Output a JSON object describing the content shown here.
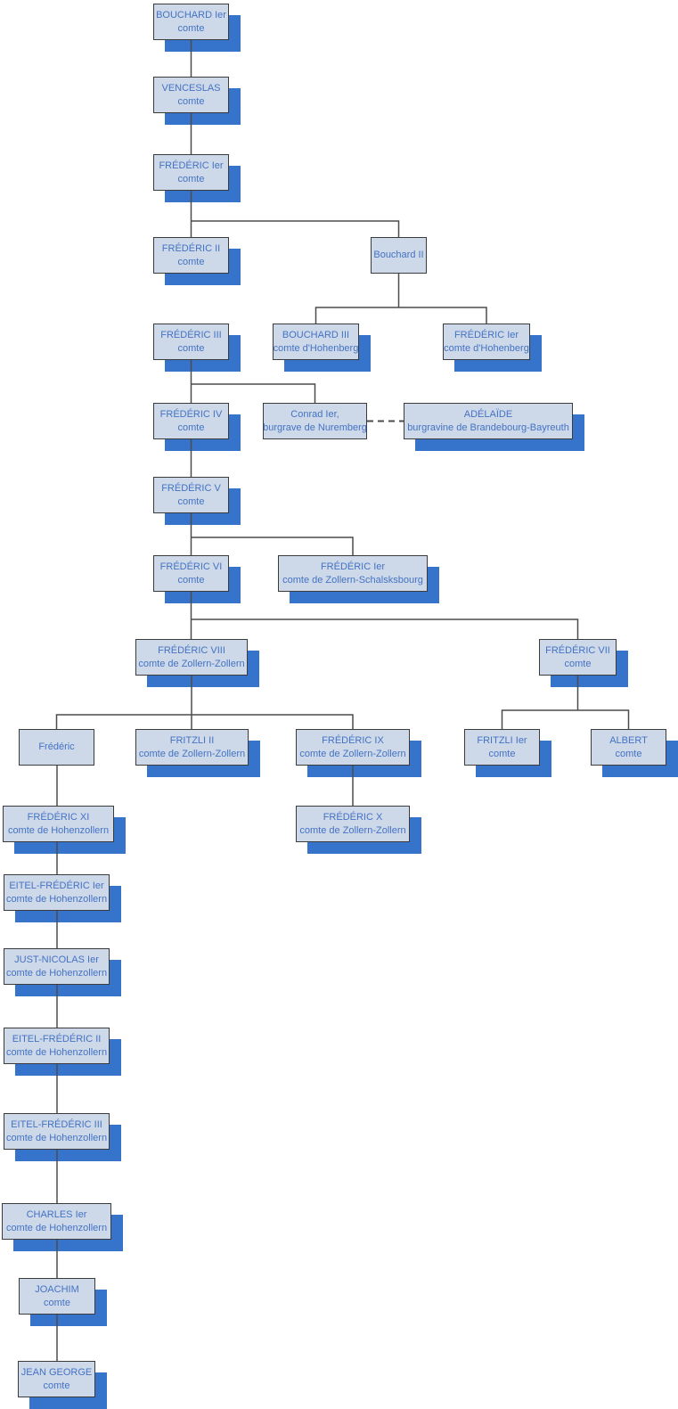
{
  "diagram": {
    "type": "family-tree",
    "colors": {
      "box_fill": "#cdd9e8",
      "box_border": "#3b3b3b",
      "box_shadow": "#3673cb",
      "text": "#4472c4",
      "connector": "#4c4c4c",
      "background": "#ffffff"
    }
  },
  "nodes": {
    "bouchard1": {
      "name": "BOUCHARD Ier",
      "title": "comte"
    },
    "venceslas": {
      "name": "VENCESLAS",
      "title": "comte"
    },
    "frederic1": {
      "name": "FRÉDÉRIC Ier",
      "title": "comte"
    },
    "frederic2": {
      "name": "FRÉDÉRIC II",
      "title": "comte"
    },
    "bouchard2": {
      "name": "Bouchard II",
      "title": ""
    },
    "frederic3": {
      "name": "FRÉDÉRIC III",
      "title": "comte"
    },
    "bouchard3": {
      "name": "BOUCHARD III",
      "title": "comte d'Hohenberg"
    },
    "frederic1_hohenberg": {
      "name": "FRÉDÉRIC Ier",
      "title": "comte d'Hohenberg"
    },
    "frederic4": {
      "name": "FRÉDÉRIC IV",
      "title": "comte"
    },
    "conrad1": {
      "name": "Conrad Ier,",
      "title": "burgrave de Nuremberg"
    },
    "adelaide": {
      "name": "ADÉLAÏDE",
      "title": "burgravine de Brandebourg-Bayreuth"
    },
    "frederic5": {
      "name": "FRÉDÉRIC V",
      "title": "comte"
    },
    "frederic6": {
      "name": "FRÉDÉRIC VI",
      "title": "comte"
    },
    "frederic1_zs": {
      "name": "FRÉDÉRIC Ier",
      "title": "comte de Zollern-Schalsksbourg"
    },
    "frederic8": {
      "name": "FRÉDÉRIC VIII",
      "title": "comte de Zollern-Zollern"
    },
    "frederic7": {
      "name": "FRÉDÉRIC VII",
      "title": "comte"
    },
    "frederic_nc": {
      "name": "Frédéric",
      "title": ""
    },
    "fritzli2": {
      "name": "FRITZLI II",
      "title": "comte de Zollern-Zollern"
    },
    "frederic9": {
      "name": "FRÉDÉRIC IX",
      "title": "comte de Zollern-Zollern"
    },
    "fritzli1": {
      "name": "FRITZLI Ier",
      "title": "comte"
    },
    "albert": {
      "name": "ALBERT",
      "title": "comte"
    },
    "frederic11": {
      "name": "FRÉDÉRIC XI",
      "title": "comte de Hohenzollern"
    },
    "frederic10": {
      "name": "FRÉDÉRIC X",
      "title": "comte de Zollern-Zollern"
    },
    "eitel1": {
      "name": "EITEL-FRÉDÉRIC Ier",
      "title": "comte de Hohenzollern"
    },
    "just_nicolas": {
      "name": "JUST-NICOLAS Ier",
      "title": "comte de Hohenzollern"
    },
    "eitel2": {
      "name": "EITEL-FRÉDÉRIC II",
      "title": "comte de Hohenzollern"
    },
    "eitel3": {
      "name": "EITEL-FRÉDÉRIC III",
      "title": "comte de Hohenzollern"
    },
    "charles1": {
      "name": "CHARLES Ier",
      "title": "comte de Hohenzollern"
    },
    "joachim": {
      "name": "JOACHIM",
      "title": "comte"
    },
    "jean_george": {
      "name": "JEAN GEORGE",
      "title": "comte"
    }
  },
  "edges": [
    {
      "from": "bouchard1",
      "to": "venceslas",
      "style": "solid"
    },
    {
      "from": "venceslas",
      "to": "frederic1",
      "style": "solid"
    },
    {
      "from": "frederic1",
      "to": "frederic2",
      "style": "solid"
    },
    {
      "from": "frederic1",
      "to": "bouchard2",
      "style": "solid"
    },
    {
      "from": "bouchard2",
      "to": "bouchard3",
      "style": "solid"
    },
    {
      "from": "bouchard2",
      "to": "frederic1_hohenberg",
      "style": "solid"
    },
    {
      "from": "frederic3",
      "to": "frederic4",
      "style": "solid"
    },
    {
      "from": "frederic3",
      "to": "conrad1",
      "style": "solid"
    },
    {
      "from": "conrad1",
      "to": "adelaide",
      "style": "dashed"
    },
    {
      "from": "frederic4",
      "to": "frederic5",
      "style": "solid"
    },
    {
      "from": "frederic5",
      "to": "frederic6",
      "style": "solid"
    },
    {
      "from": "frederic5",
      "to": "frederic1_zs",
      "style": "solid"
    },
    {
      "from": "frederic6",
      "to": "frederic8",
      "style": "solid"
    },
    {
      "from": "frederic6",
      "to": "frederic7",
      "style": "solid"
    },
    {
      "from": "frederic8",
      "to": "frederic_nc",
      "style": "solid"
    },
    {
      "from": "frederic8",
      "to": "fritzli2",
      "style": "solid"
    },
    {
      "from": "frederic8",
      "to": "frederic9",
      "style": "solid"
    },
    {
      "from": "frederic7",
      "to": "fritzli1",
      "style": "solid"
    },
    {
      "from": "frederic7",
      "to": "albert",
      "style": "solid"
    },
    {
      "from": "frederic_nc",
      "to": "frederic11",
      "style": "solid"
    },
    {
      "from": "frederic9",
      "to": "frederic10",
      "style": "solid"
    },
    {
      "from": "frederic11",
      "to": "eitel1",
      "style": "solid"
    },
    {
      "from": "eitel1",
      "to": "just_nicolas",
      "style": "solid"
    },
    {
      "from": "just_nicolas",
      "to": "eitel2",
      "style": "solid"
    },
    {
      "from": "eitel2",
      "to": "eitel3",
      "style": "solid"
    },
    {
      "from": "eitel3",
      "to": "charles1",
      "style": "solid"
    },
    {
      "from": "charles1",
      "to": "joachim",
      "style": "solid"
    },
    {
      "from": "joachim",
      "to": "jean_george",
      "style": "solid"
    }
  ]
}
